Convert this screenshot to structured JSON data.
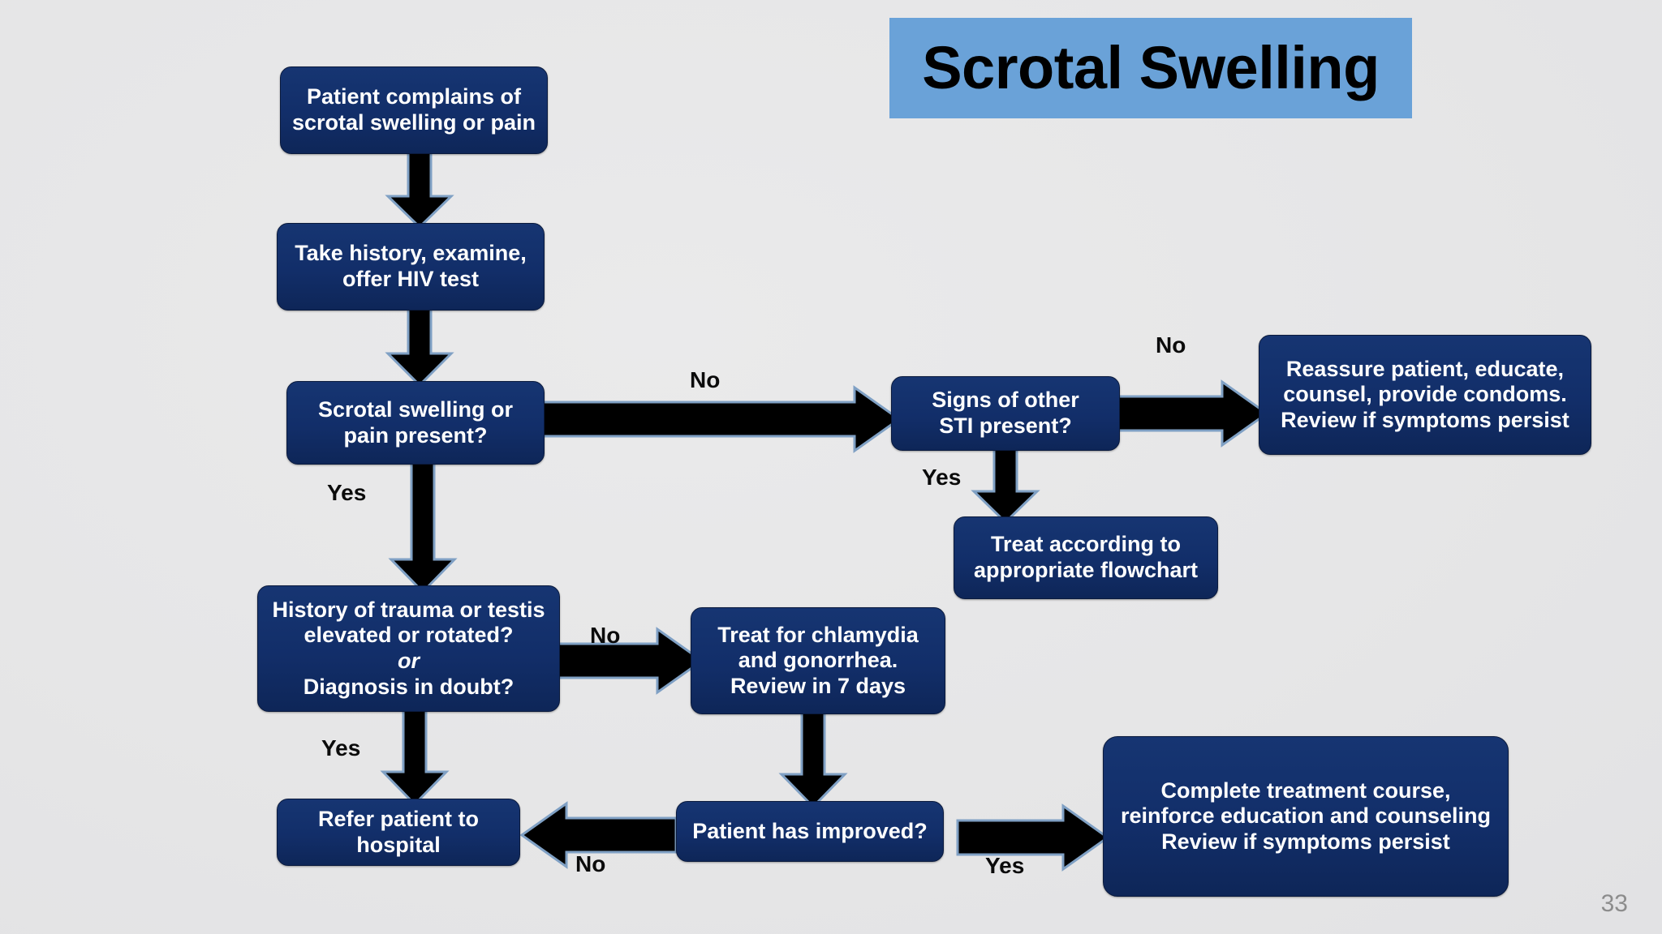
{
  "slide": {
    "title": "Scrotal Swelling",
    "number": "33",
    "background_color": "#e6e6e7",
    "title_banner_color": "#6aa2d8",
    "node_fill_color": "#12306e",
    "node_text_color": "#ffffff",
    "arrow_fill_color": "#000000",
    "arrow_outline_color": "#7fa0c4"
  },
  "nodes": {
    "complain": {
      "line1": "Patient complains of",
      "line2": "scrotal swelling or pain"
    },
    "history": {
      "line1": "Take history, examine,",
      "line2": "offer HIV test"
    },
    "swelling_present": {
      "line1": "Scrotal swelling or",
      "line2": "pain present?"
    },
    "sti_signs": {
      "line1": "Signs of other",
      "line2": "STI present?"
    },
    "reassure": {
      "line1": "Reassure patient, educate,",
      "line2": "counsel, provide condoms.",
      "line3": "Review if symptoms persist"
    },
    "treat_flowchart": {
      "line1": "Treat according to",
      "line2": "appropriate flowchart"
    },
    "trauma": {
      "line1": "History of trauma or testis",
      "line2": "elevated or rotated?",
      "line3": "or",
      "line4": "Diagnosis in doubt?"
    },
    "treat_chlamydia": {
      "line1": "Treat for chlamydia",
      "line2": "and gonorrhea.",
      "line3": "Review in 7 days"
    },
    "improved": {
      "line1": "Patient has improved?"
    },
    "refer": {
      "line1": "Refer patient to",
      "line2": "hospital"
    },
    "complete": {
      "line1": "Complete treatment course,",
      "line2": "reinforce education and counseling",
      "line3": "Review if symptoms persist"
    }
  },
  "edge_labels": {
    "swelling_no": "No",
    "swelling_yes": "Yes",
    "sti_no": "No",
    "sti_yes": "Yes",
    "trauma_no": "No",
    "trauma_yes": "Yes",
    "improved_no": "No",
    "improved_yes": "Yes"
  }
}
